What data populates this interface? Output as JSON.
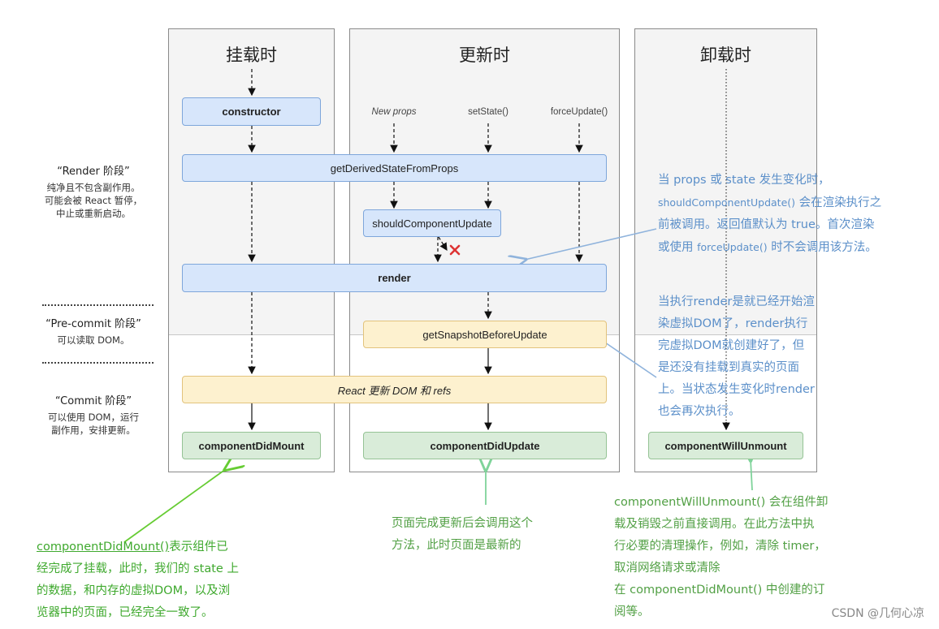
{
  "columns": {
    "mount": {
      "title": "挂载时"
    },
    "update": {
      "title": "更新时"
    },
    "unmount": {
      "title": "卸载时"
    }
  },
  "phases": {
    "render": {
      "title": "“Render 阶段”",
      "lines": [
        "纯净且不包含副作用。",
        "可能会被 React 暂停，",
        "中止或重新启动。"
      ]
    },
    "precommit": {
      "title": "“Pre-commit 阶段”",
      "lines": [
        "可以读取 DOM。"
      ]
    },
    "commit": {
      "title": "“Commit 阶段”",
      "lines": [
        "可以使用 DOM，运行",
        "副作用，安排更新。"
      ]
    }
  },
  "triggers": {
    "new_props": "New props",
    "set_state": "setState()",
    "force_update": "forceUpdate()"
  },
  "methods": {
    "constructor": "constructor",
    "gdsfp": "getDerivedStateFromProps",
    "scu": "shouldComponentUpdate",
    "render": "render",
    "gsbu": "getSnapshotBeforeUpdate",
    "react_update": "React 更新 DOM 和 refs",
    "cdm": "componentDidMount",
    "cdu": "componentDidUpdate",
    "cwu": "componentWillUnmount"
  },
  "notes": {
    "scu_note": {
      "l1a": "当 props 或 state 发生变化时，",
      "l2a": "shouldComponentUpdate()",
      "l2b": " 会在渲染执行之",
      "l3a": "前被调用。返回值默认为 true。首次渲染",
      "l4a": "或使用 ",
      "l4b": "forceUpdate()",
      "l4c": " 时不会调用该方法。"
    },
    "render_note": [
      "当执行render是就已经开始渲",
      "染虚拟DOM了，render执行",
      "完虚拟DOM就创建好了，但",
      "是还没有挂载到真实的页面",
      "上。当状态发生变化时render",
      "也会再次执行。"
    ],
    "cdm_note": {
      "l1a": "componentDidMount()",
      "l1b": "表示组件已",
      "rest": [
        "经完成了挂载，此时，我们的 state 上",
        "的数据，和内存的虚拟DOM，以及浏",
        "览器中的页面，已经完全一致了。"
      ]
    },
    "cdu_note": [
      "页面完成更新后会调用这个",
      "方法，此时页面是最新的"
    ],
    "cwu_note": [
      "componentWillUnmount() 会在组件卸",
      "载及销毁之前直接调用。在此方法中执",
      "行必要的清理操作，例如，清除 timer，",
      "取消网络请求或清除",
      "在 componentDidMount() 中创建的订",
      "阅等。"
    ]
  },
  "watermark": "CSDN @几何心凉",
  "colors": {
    "blue_note": "#5b8fc9",
    "green_note": "#52a045",
    "lime_note": "#3fa92e",
    "blue_box": "#d7e6fb",
    "yellow_box": "#fdf1cf",
    "green_box": "#d9ecd9"
  }
}
